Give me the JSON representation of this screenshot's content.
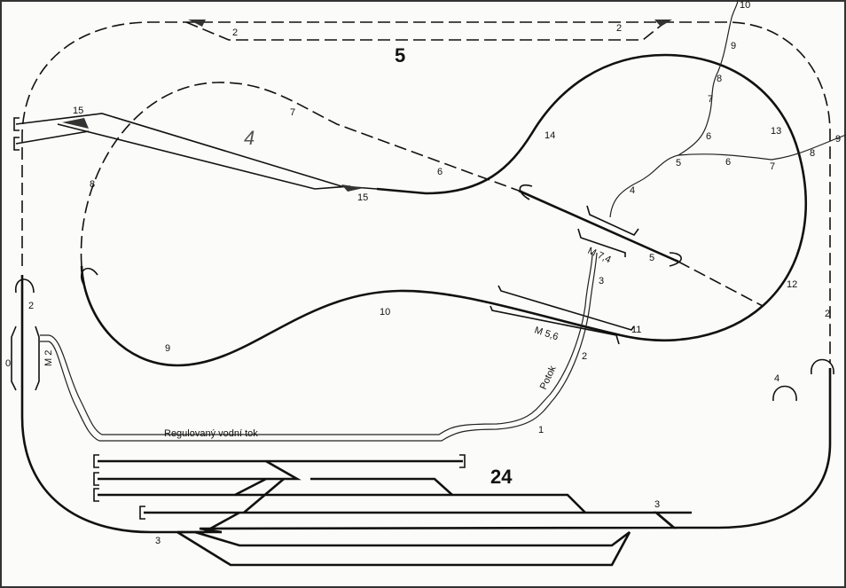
{
  "title": "Track plan",
  "levels": {
    "outer": "5",
    "siding": "4",
    "station": "24"
  },
  "river": {
    "regulated_label": "Regulovaný vodní tok",
    "stream_label": "Potok"
  },
  "bridges": {
    "m2": "M 2",
    "m74": "M 7,4",
    "m56": "M 5,6"
  },
  "markers": {
    "top_siding_left": "2",
    "top_siding_right": "2",
    "siding_15a": "15",
    "siding_15b": "15",
    "dash_7": "7",
    "dash_6": "6",
    "dash_8": "8",
    "loop_14": "14",
    "loop_13": "13",
    "loop_12": "12",
    "loop_11": "11",
    "loop_10": "10",
    "loop_9": "9",
    "seg_5": "5",
    "right_4": "4",
    "right_2": "2",
    "left_2": "2",
    "left_0": "0",
    "station_3a": "3",
    "station_3b": "3",
    "stream_10": "10",
    "stream_9": "9",
    "stream_8": "8",
    "stream_7": "7",
    "stream_6": "6",
    "stream_5": "5",
    "stream_4": "4",
    "branch_6": "6",
    "branch_7": "7",
    "branch_8": "8",
    "branch_9": "9",
    "stream_3": "3",
    "stream_2": "2",
    "stream_1": "1"
  }
}
